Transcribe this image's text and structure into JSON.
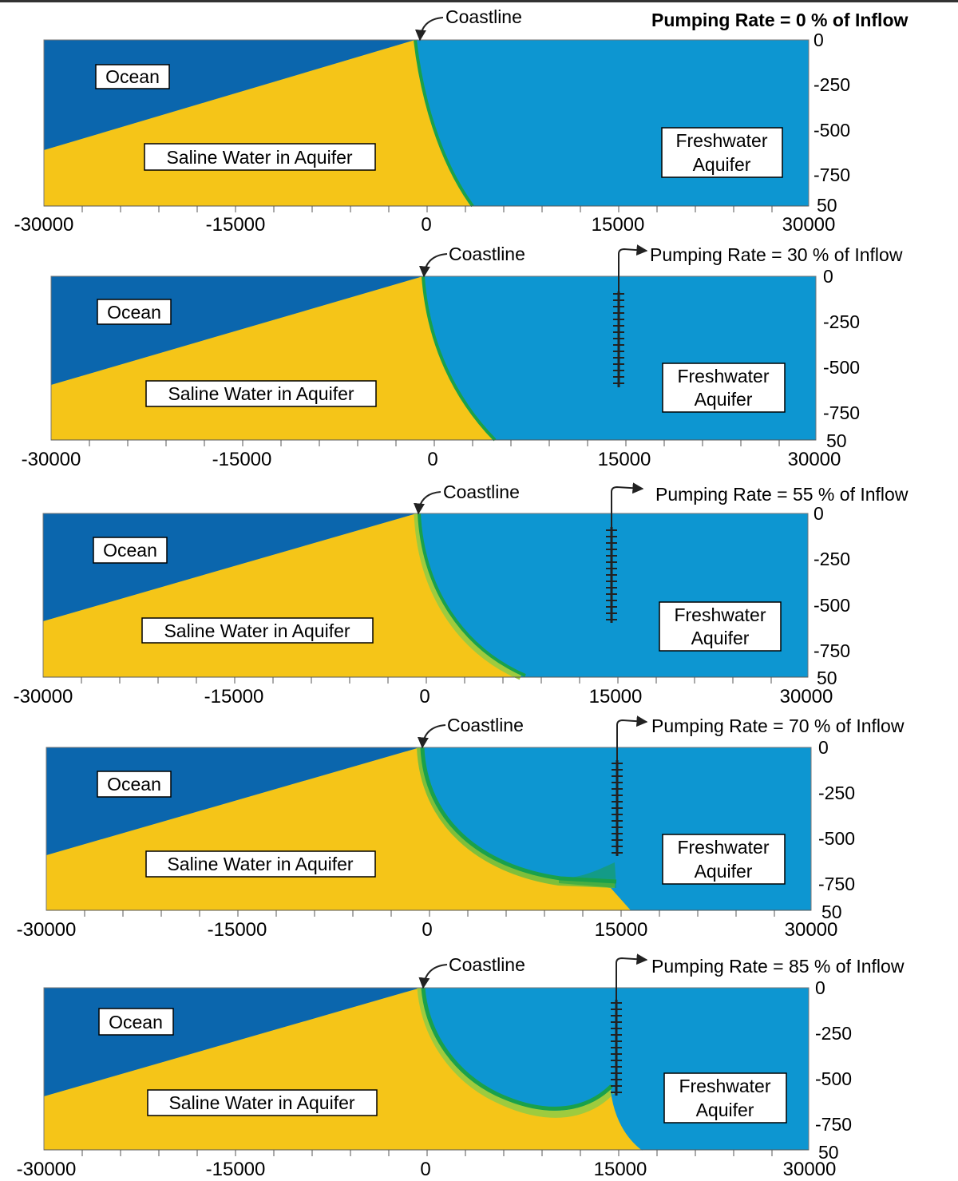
{
  "colors": {
    "ocean": "#0b66ad",
    "freshwater": "#0d96d1",
    "saline": "#f5c518",
    "mixing_zone": "#1aa14a",
    "transition": "#9ecb3e",
    "well": "#222222"
  },
  "panels": [
    {
      "coastline_label": "Coastline",
      "pumping_label": "Pumping Rate = 0 % of Inflow",
      "ocean_label": "Ocean",
      "saline_label": "Saline Water in Aquifer",
      "fresh_label_line1": "Freshwater",
      "fresh_label_line2": "Aquifer",
      "x_ticks": [
        "-30000",
        "-15000",
        "0",
        "15000",
        "30000"
      ],
      "y_ticks": [
        "0",
        "-250",
        "-500",
        "-750",
        "50"
      ]
    },
    {
      "coastline_label": "Coastline",
      "pumping_label": "Pumping Rate = 30 % of Inflow",
      "ocean_label": "Ocean",
      "saline_label": "Saline Water in Aquifer",
      "fresh_label_line1": "Freshwater",
      "fresh_label_line2": "Aquifer",
      "x_ticks": [
        "-30000",
        "-15000",
        "0",
        "15000",
        "30000"
      ],
      "y_ticks": [
        "0",
        "-250",
        "-500",
        "-750",
        "50"
      ]
    },
    {
      "coastline_label": "Coastline",
      "pumping_label": "Pumping Rate = 55 % of Inflow",
      "ocean_label": "Ocean",
      "saline_label": "Saline Water in Aquifer",
      "fresh_label_line1": "Freshwater",
      "fresh_label_line2": "Aquifer",
      "x_ticks": [
        "-30000",
        "-15000",
        "0",
        "15000",
        "30000"
      ],
      "y_ticks": [
        "0",
        "-250",
        "-500",
        "-750",
        "50"
      ]
    },
    {
      "coastline_label": "Coastline",
      "pumping_label": "Pumping Rate = 70 % of Inflow",
      "ocean_label": "Ocean",
      "saline_label": "Saline Water in Aquifer",
      "fresh_label_line1": "Freshwater",
      "fresh_label_line2": "Aquifer",
      "x_ticks": [
        "-30000",
        "-15000",
        "0",
        "15000",
        "30000"
      ],
      "y_ticks": [
        "0",
        "-250",
        "-500",
        "-750",
        "50"
      ]
    },
    {
      "coastline_label": "Coastline",
      "pumping_label": "Pumping Rate = 85 % of Inflow",
      "ocean_label": "Ocean",
      "saline_label": "Saline Water in Aquifer",
      "fresh_label_line1": "Freshwater",
      "fresh_label_line2": "Aquifer",
      "x_ticks": [
        "-30000",
        "-15000",
        "0",
        "15000",
        "30000"
      ],
      "y_ticks": [
        "0",
        "-250",
        "-500",
        "-750",
        "50"
      ]
    }
  ]
}
